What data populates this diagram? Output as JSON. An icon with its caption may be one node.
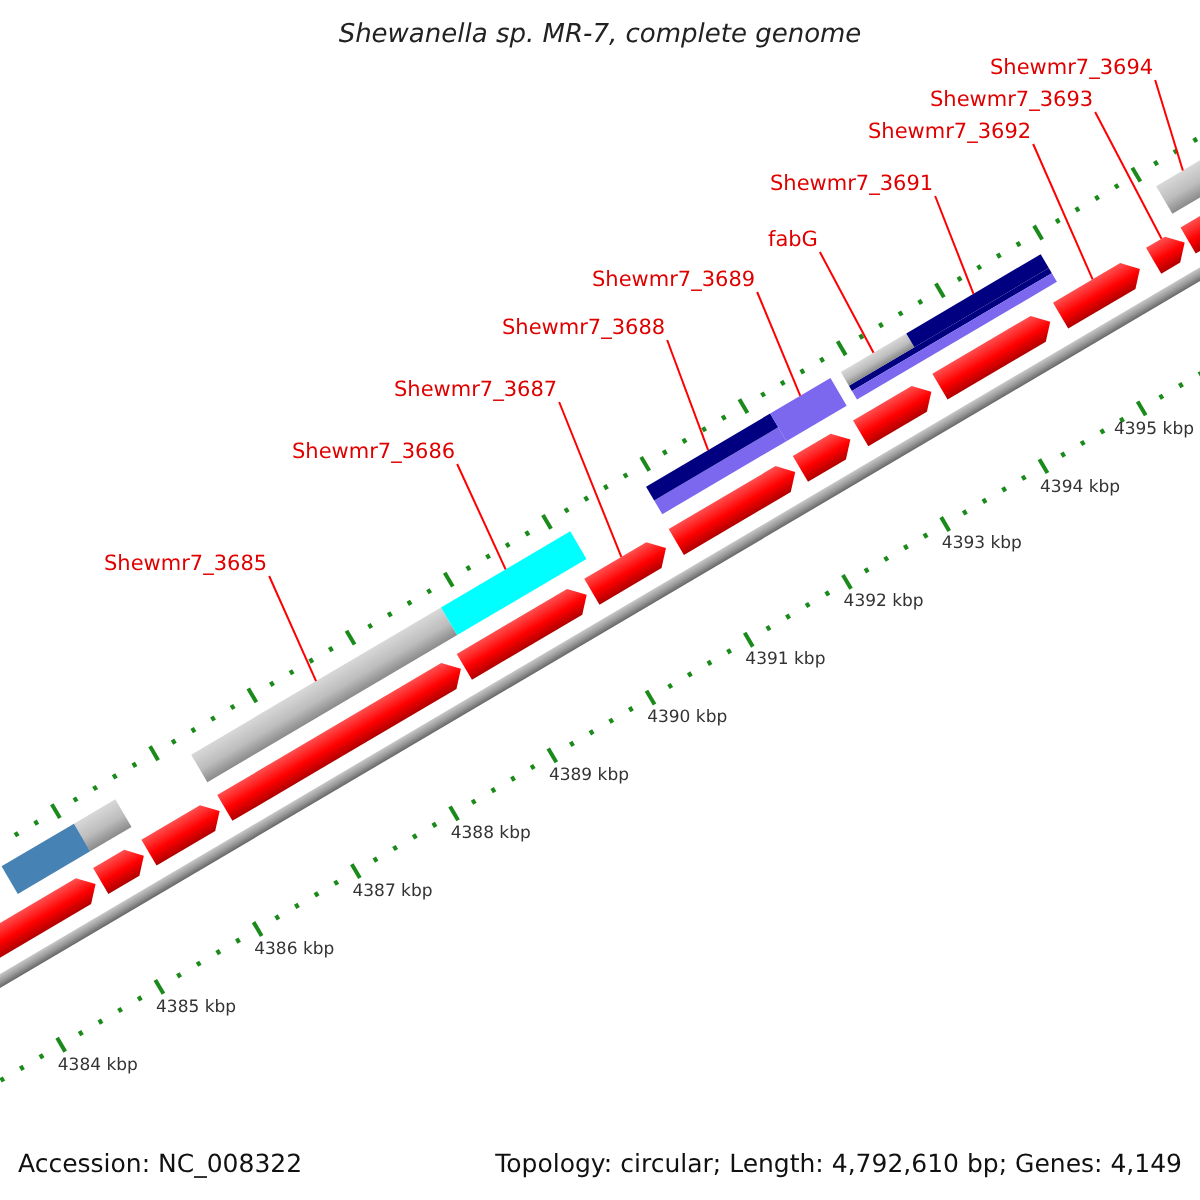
{
  "diagram": {
    "title": "Shewanella sp. MR-7, complete genome",
    "nodes": [
      {
        "text": [
          "Shewmr7_3694"
        ]
      },
      {
        "text": [
          "Shewmr7_3693"
        ]
      },
      {
        "text": [
          "Shewmr7_3692"
        ]
      },
      {
        "text": [
          "Shewmr7_3691"
        ]
      },
      {
        "text": [
          "fabG"
        ]
      },
      {
        "text": [
          "Shewmr7_3689"
        ]
      },
      {
        "text": [
          "Shewmr7_3688"
        ]
      },
      {
        "text": [
          "Shewmr7_3687"
        ]
      },
      {
        "text": [
          "Shewmr7_3686"
        ]
      },
      {
        "text": [
          "Shewmr7_3685"
        ]
      },
      {
        "text": [],
        "shape": "bar"
      },
      {
        "text": [],
        "shape": "bar"
      },
      {
        "text": [],
        "shape": "bar"
      },
      {
        "text": [],
        "shape": "pentagon"
      },
      {
        "text": [],
        "shape": "bar"
      },
      {
        "text": [],
        "shape": "bar"
      },
      {
        "text": [],
        "shape": "bar"
      },
      {
        "text": [],
        "shape": "bar"
      },
      {
        "text": [],
        "shape": "pentagon"
      },
      {
        "text": [],
        "shape": "pentagon"
      },
      {
        "text": [],
        "shape": "bar"
      }
    ],
    "edges": [
      {
        "from": 0,
        "to": 20,
        "arrow": "none"
      },
      {
        "from": 1,
        "to": 19,
        "arrow": "none"
      },
      {
        "from": 2,
        "to": 18,
        "arrow": "none"
      },
      {
        "from": 3,
        "to": 17,
        "arrow": "none"
      },
      {
        "from": 4,
        "to": 16,
        "arrow": "none"
      },
      {
        "from": 5,
        "to": 15,
        "arrow": "none"
      },
      {
        "from": 6,
        "to": 14,
        "arrow": "none"
      },
      {
        "from": 7,
        "to": 13,
        "arrow": "none"
      },
      {
        "from": 8,
        "to": 12,
        "arrow": "none"
      },
      {
        "from": 9,
        "to": 11,
        "arrow": "none"
      }
    ],
    "labels": [
      "4395 kbp",
      "4394 kbp",
      "4393 kbp",
      "4392 kbp",
      "4391 kbp",
      "4390 kbp",
      "4389 kbp",
      "4388 kbp",
      "4387 kbp",
      "4386 kbp",
      "4385 kbp",
      "4384 kbp",
      "Accession: NC_008322",
      "Topology: circular; Length: 4,792,610 bp; Genes: 4,149"
    ]
  }
}
